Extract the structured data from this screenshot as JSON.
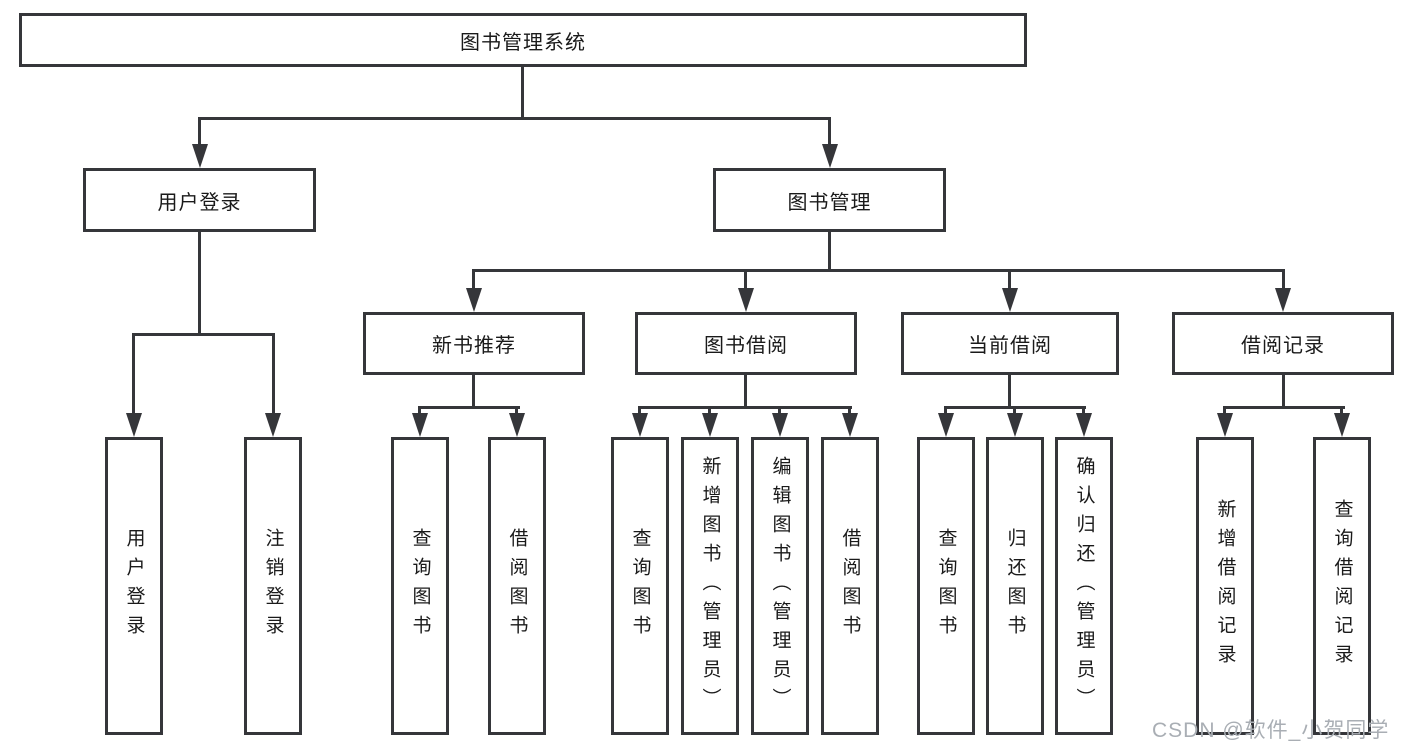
{
  "diagram": {
    "root": "图书管理系统",
    "level2": [
      "用户登录",
      "图书管理"
    ],
    "level3": [
      "新书推荐",
      "图书借阅",
      "当前借阅",
      "借阅记录"
    ],
    "leaves": {
      "user_login": [
        "用户登录",
        "注销登录"
      ],
      "new_books": [
        "查询图书",
        "借阅图书"
      ],
      "book_borrow": [
        "查询图书",
        "新增图书（管理员）",
        "编辑图书（管理员）",
        "借阅图书"
      ],
      "current_borrow": [
        "查询图书",
        "归还图书",
        "确认归还（管理员）"
      ],
      "borrow_records": [
        "新增借阅记录",
        "查询借阅记录"
      ]
    }
  },
  "watermark": "CSDN @软件_小贺同学",
  "colors": {
    "line": "#35363a",
    "text": "#1a1a1a",
    "watermark": "#a9aeb4",
    "background": "#ffffff"
  }
}
